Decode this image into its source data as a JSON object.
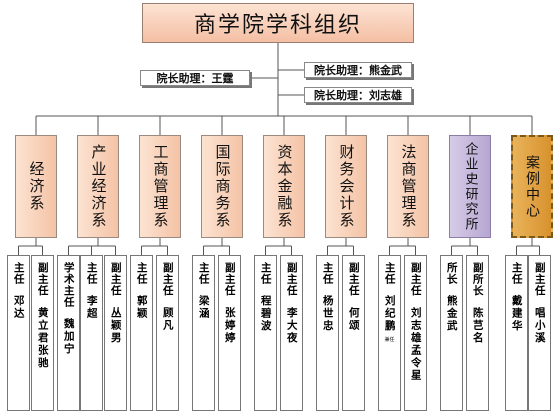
{
  "title": "商学院学科组织",
  "assistants": [
    {
      "label": "院长助理：王霆"
    },
    {
      "label": "院长助理：熊金武"
    },
    {
      "label": "院长助理：刘志雄"
    }
  ],
  "departments": [
    {
      "name": "经济系",
      "style": "peach",
      "people": [
        {
          "role": "主任",
          "name": "邓达"
        },
        {
          "role": "副主任",
          "name": "黄立君张驰"
        }
      ]
    },
    {
      "name": "产业经济系",
      "style": "peach",
      "people": [
        {
          "role": "学术主任",
          "name": "魏加宁"
        },
        {
          "role": "主任",
          "name": "李超"
        },
        {
          "role": "副主任",
          "name": "丛颖男"
        }
      ]
    },
    {
      "name": "工商管理系",
      "style": "peach",
      "people": [
        {
          "role": "主任",
          "name": "郭颖"
        },
        {
          "role": "副主任",
          "name": "顾凡"
        }
      ]
    },
    {
      "name": "国际商务系",
      "style": "peach",
      "people": [
        {
          "role": "主任",
          "name": "梁涵"
        },
        {
          "role": "副主任",
          "name": "张婷婷"
        }
      ]
    },
    {
      "name": "资本金融系",
      "style": "peach",
      "people": [
        {
          "role": "主任",
          "name": "程碧波"
        },
        {
          "role": "副主任",
          "name": "李大夜"
        }
      ]
    },
    {
      "name": "财务会计系",
      "style": "peach",
      "people": [
        {
          "role": "主任",
          "name": "杨世忠"
        },
        {
          "role": "副主任",
          "name": "何颂"
        }
      ]
    },
    {
      "name": "法商管理系",
      "style": "peach",
      "people": [
        {
          "role": "主任",
          "name": "刘纪鹏",
          "note": "兼任"
        },
        {
          "role": "副主任",
          "name": "刘志雄孟令星"
        }
      ]
    },
    {
      "name": "企业史研究所",
      "style": "purple",
      "people": [
        {
          "role": "所长",
          "name": "熊金武"
        },
        {
          "role": "副所长",
          "name": "陈芑名"
        }
      ]
    },
    {
      "name": "案例中心",
      "style": "gold",
      "people": [
        {
          "role": "主任",
          "name": "戴建华"
        },
        {
          "role": "副主任",
          "name": "唱小溪"
        }
      ]
    }
  ]
}
